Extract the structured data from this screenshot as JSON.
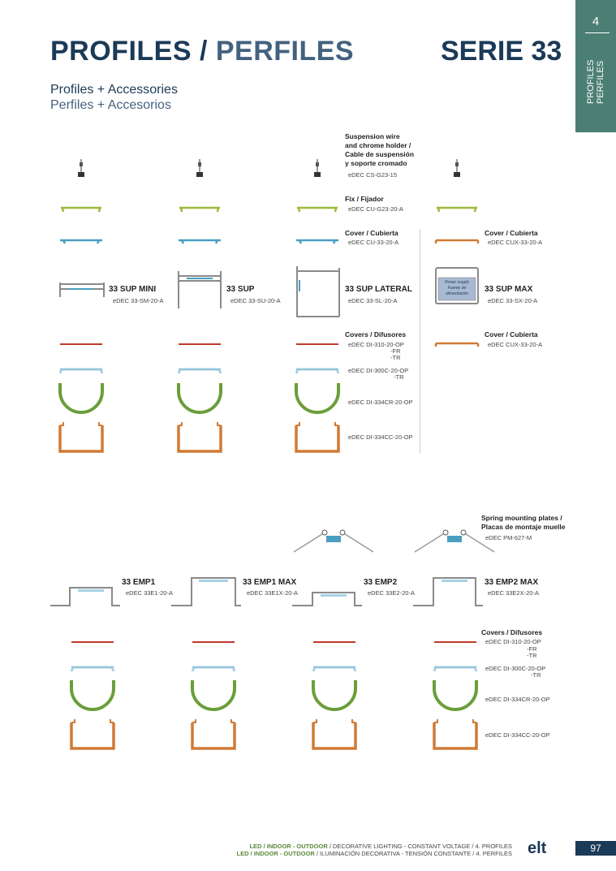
{
  "header": {
    "title_main": "PROFILES / ",
    "title_alt": "PERFILES",
    "serie": "SERIE 33",
    "subtitle_en": "Profiles + Accessories",
    "subtitle_es": "Perfiles + Accesorios"
  },
  "tab": {
    "number": "4",
    "vertical_line1": "PROFILES",
    "vertical_line2": "PERFILES"
  },
  "top_section": {
    "suspension": {
      "label_lines": [
        "Suspension wire",
        "and chrome holder  /",
        "Cable de suspensión",
        "y soporte cromado"
      ],
      "code": "eDEC CS-G23-15"
    },
    "fix": {
      "label": "Fix  /  Fijador",
      "code": "eDEC CU-G23-20-A"
    },
    "cover_left": {
      "label": "Cover  /  Cubierta",
      "code": "eDEC CU-33-20-A"
    },
    "cover_right": {
      "label": "Cover  /  Cubierta",
      "code": "eDEC CUX-33-20-A"
    },
    "profiles": [
      {
        "name": "33 SUP MINI",
        "code": "eDEC 33-SM-20-A"
      },
      {
        "name": "33 SUP",
        "code": "eDEC 33-SU-20-A"
      },
      {
        "name": "33 SUP LATERAL",
        "code": "eDEC 33-SL-20-A"
      },
      {
        "name": "33 SUP MAX",
        "code": "eDEC 33-SX-20-A"
      }
    ],
    "power_supply": [
      "Power supply",
      "Fuente de",
      "alimentación"
    ],
    "covers": {
      "label": "Covers  /  Difusores",
      "codes": [
        "eDEC DI-310-20-OP",
        "-FR",
        "-TR",
        "eDEC DI-300C-20-OP",
        "-TR",
        "eDEC DI-334CR-20-OP",
        "eDEC DI-334CC-20-OP"
      ]
    },
    "cover_max": {
      "label": "Cover  /  Cubierta",
      "code": "eDEC CUX-33-20-A"
    }
  },
  "bottom_section": {
    "spring": {
      "label_lines": [
        "Spring mounting plates  /",
        "Placas de montaje muelle"
      ],
      "code": "eDEC PM-627-M"
    },
    "profiles": [
      {
        "name": "33 EMP1",
        "code": "eDEC 33E1-20-A"
      },
      {
        "name": "33 EMP1 MAX",
        "code": "eDEC 33E1X-20-A"
      },
      {
        "name": "33 EMP2",
        "code": "eDEC 33E2-20-A"
      },
      {
        "name": "33 EMP2 MAX",
        "code": "eDEC 33E2X-20-A"
      }
    ],
    "covers": {
      "label": "Covers  /  Difusores",
      "codes": [
        "eDEC DI-310-20-OP",
        "-FR",
        "-TR",
        "eDEC DI-300C-20-OP",
        "-TR",
        "eDEC DI-334CR-20-OP",
        "eDEC DI-334CC-20-OP"
      ]
    }
  },
  "footer": {
    "line1_brand": "LED / INDOOR - OUTDOOR",
    "line1_text": " / DECORATIVE LIGHTING - CONSTANT VOLTAGE / 4. PROFILES",
    "line2_brand": "LED / INDOOR - OUTDOOR",
    "line2_text": " / ILUMINACIÓN DECORATIVA - TENSIÓN CONSTANTE / 4. PERFILES",
    "logo": "elt",
    "page": "97"
  },
  "colors": {
    "navy": "#1b3a57",
    "tab_green": "#4c7f73",
    "fix_green": "#9bbb3c",
    "cover_blue": "#4a9fc0",
    "red": "#c0392b",
    "light_blue": "#a8d1e6",
    "green_round": "#6a9e3a",
    "orange": "#d07a35",
    "grey": "#8a8a8a"
  }
}
